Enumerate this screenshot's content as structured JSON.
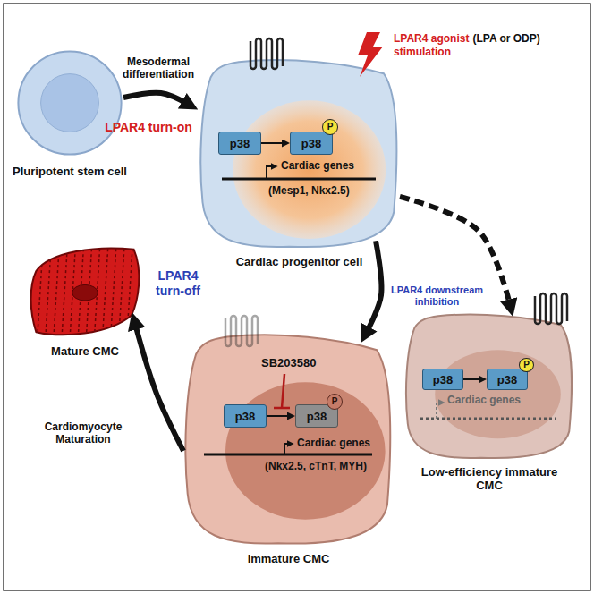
{
  "diagram": {
    "nodes": [
      {
        "text": [
          "Pluripotent stem cell"
        ]
      },
      {
        "text": [
          "Cardiac progenitor cell"
        ]
      },
      {
        "text": [
          "p38"
        ],
        "in": 1
      },
      {
        "text": [
          "p38"
        ],
        "in": 1
      },
      {
        "text": [
          "P"
        ],
        "in": 1
      },
      {
        "text": [
          "Low-efficiency immature CMC"
        ]
      },
      {
        "text": [
          "p38"
        ],
        "in": 5
      },
      {
        "text": [
          "p38"
        ],
        "in": 5
      },
      {
        "text": [
          "P"
        ],
        "in": 5
      },
      {
        "text": [
          "Immature CMC"
        ]
      },
      {
        "text": [
          "p38"
        ],
        "in": 9
      },
      {
        "text": [
          "p38"
        ],
        "in": 9
      },
      {
        "text": [
          "P"
        ],
        "in": 9
      },
      {
        "text": [
          "Mature CMC"
        ]
      }
    ],
    "edges": [
      {
        "from": 0,
        "to": 1,
        "arrow": "to",
        "label": "Mesodermal differentiation"
      },
      {
        "from": 2,
        "to": 3,
        "arrow": "to"
      },
      {
        "from": 1,
        "to": 5,
        "arrow": "to"
      },
      {
        "from": 6,
        "to": 7,
        "arrow": "to"
      },
      {
        "from": 1,
        "to": 9,
        "arrow": "to"
      },
      {
        "from": 10,
        "to": 11,
        "arrow": "to"
      },
      {
        "from": 9,
        "to": 13,
        "arrow": "to"
      }
    ],
    "labels": [
      "LPAR4 agonist",
      "(LPA or ODP)",
      "stimulation",
      "LPAR4 turn-on",
      "Cardiac genes",
      "(Mesp1, Nkx2.5)",
      "Cardiac genes",
      "LPAR4 downstream inhibition",
      "LPAR4 turn-off",
      "SB203580",
      "Cardiac genes",
      "(Nkx2.5, cTnT, MYH)",
      "Cardiomyocyte Maturation"
    ]
  }
}
